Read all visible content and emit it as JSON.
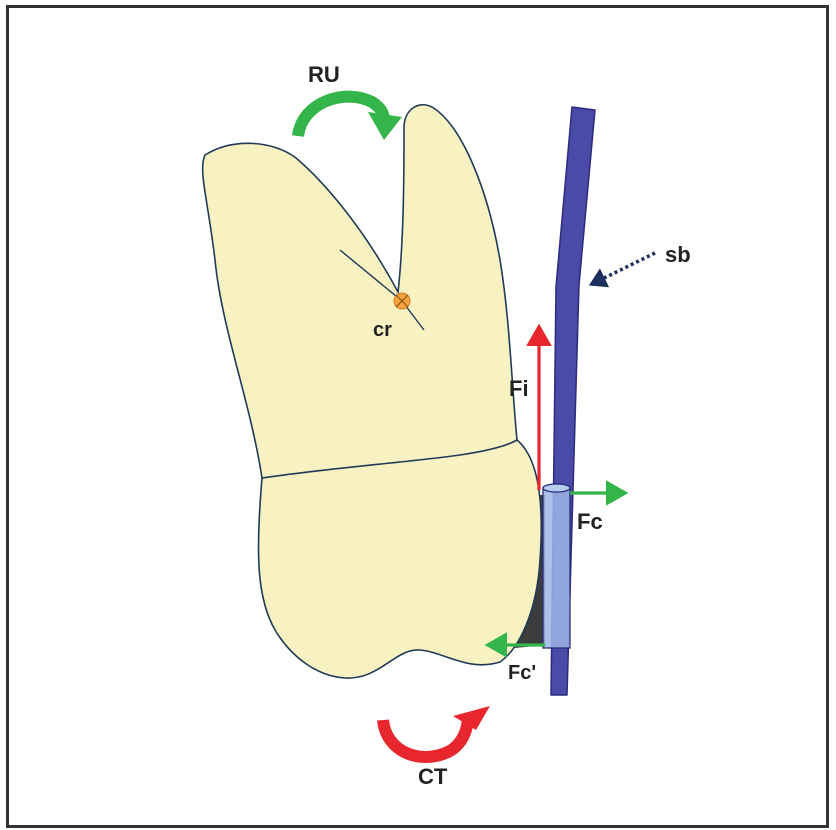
{
  "labels": {
    "ru": "RU",
    "cr": "cr",
    "sb": "sb",
    "fi": "Fi",
    "fc": "Fc",
    "fc_prime": "Fc'",
    "ct": "CT"
  },
  "colors": {
    "tooth_fill": "#f8f2c3",
    "tooth_outline": "#1f3b57",
    "wire": "#4a4aa8",
    "wire_outline": "#2c2c7a",
    "tube": "#9db6e6",
    "green_arrow": "#33b54a",
    "red_arrow": "#e8262e",
    "dark_arrow": "#1d2f5c",
    "center_dot": "#f7a340",
    "gap_shadow": "#3c3c3c"
  }
}
